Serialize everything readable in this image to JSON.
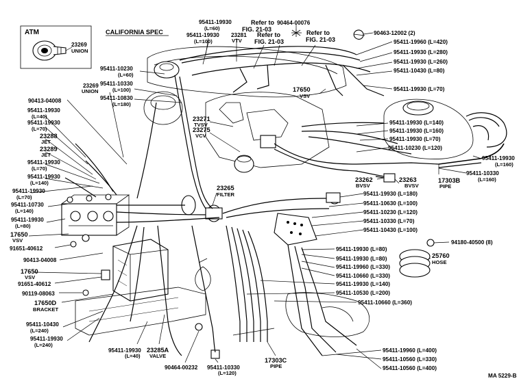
{
  "inset": {
    "title": "ATM",
    "part": "23269",
    "name": "UNION"
  },
  "spec_title": "CALIFORNIA SPEC",
  "labels": {
    "p95411_19930_l60": {
      "pn": "95411-19930",
      "sz": "(L=60)"
    },
    "p23281_vtv": {
      "pn": "23281",
      "sz": "VTV"
    },
    "p95411_19930_l100_top": {
      "pn": "95411-19930",
      "sz": "(L=100)"
    },
    "ref_a": {
      "l1": "Refer to",
      "l2": "FIG. 21-03"
    },
    "ref_b": {
      "l1": "Refer to",
      "l2": "FIG. 21-03"
    },
    "ref_c": {
      "l1": "Refer to",
      "l2": "FIG. 21-03"
    },
    "p90464_00076": {
      "pn": "90464-00076"
    },
    "p90463_12002": {
      "pn": "90463-12002 (2)"
    },
    "p95411_19960_l420": {
      "pn": "95411-19960 (L=420)"
    },
    "p95411_19930_l280": {
      "pn": "95411-19930 (L=280)"
    },
    "p95411_19930_l260": {
      "pn": "95411-19930 (L=260)"
    },
    "p95411_10430_l80": {
      "pn": "95411-10430 (L=80)"
    },
    "p95411_19930_l70_r": {
      "pn": "95411-19930 (L=70)"
    },
    "p95411_10230_l60": {
      "pn": "95411-10230",
      "sz": "(L=60)"
    },
    "p95411_10330_l100": {
      "pn": "95411-10330",
      "sz": "(L=100)"
    },
    "p95411_10830_l180": {
      "pn": "95411-10830",
      "sz": "(L=180)"
    },
    "p23269_union": {
      "pn": "23269",
      "sz": "UNION"
    },
    "p17650_vsv_top": {
      "pn": "17650",
      "sz": "VSV"
    },
    "p90413_04008": {
      "pn": "90413-04008"
    },
    "p95411_19930_l40": {
      "pn": "95411-19930",
      "sz": "(L=40)"
    },
    "p95411_19930_l70_a": {
      "pn": "95411-19930",
      "sz": "(L=70)"
    },
    "p23288_jet": {
      "pn": "23288",
      "sz": "JET"
    },
    "p23289_jet": {
      "pn": "23289",
      "sz": "JET"
    },
    "p95411_19930_l70_b": {
      "pn": "95411-19930",
      "sz": "(L=70)"
    },
    "p95411_19930_l140_l": {
      "pn": "95411-19930",
      "sz": "(L=140)"
    },
    "p95411_19930_l70_c": {
      "pn": "95411-19930",
      "sz": "(L=70)"
    },
    "p95411_10730_l140": {
      "pn": "95411-10730",
      "sz": "(L=140)"
    },
    "p95411_19930_l80_l": {
      "pn": "95411-19930",
      "sz": "(L=80)"
    },
    "p17650_vsv_l": {
      "pn": "17650",
      "sz": "VSV"
    },
    "p91651_40612_a": {
      "pn": "91651-40612"
    },
    "p90413_04008_b": {
      "pn": "90413-04008"
    },
    "p17650_vsv_l2": {
      "pn": "17650",
      "sz": "VSV"
    },
    "p91651_40612_b": {
      "pn": "91651-40612"
    },
    "p90119_08063": {
      "pn": "90119-08063"
    },
    "p17650d_bracket": {
      "pn": "17650D",
      "sz": "BRACKET"
    },
    "p95411_10430_l240": {
      "pn": "95411-10430",
      "sz": "(L=240)"
    },
    "p95411_19930_l240": {
      "pn": "95411-19930",
      "sz": "(L=240)"
    },
    "p23271_tvsv": {
      "pn": "23271",
      "sz": "TVSV"
    },
    "p23275_vcv": {
      "pn": "23275",
      "sz": "VCV"
    },
    "p23265_filter": {
      "pn": "23265",
      "sz": "FILTER"
    },
    "p95411_19930_l140_r": {
      "pn": "95411-19930 (L=140)"
    },
    "p95411_19930_l160_r": {
      "pn": "95411-19930 (L=160)"
    },
    "p95411_19930_l70_r2": {
      "pn": "95411-19930 (L=70)"
    },
    "p95411_10230_l120": {
      "pn": "95411-10230 (L=120)"
    },
    "p95411_19930_l160_far": {
      "pn": "95411-19930",
      "sz": "(L=160)"
    },
    "p95411_10330_l160": {
      "pn": "95411-10330",
      "sz": "(L=160)"
    },
    "p17303b_pipe": {
      "pn": "17303B",
      "sz": "PIPE"
    },
    "p23262_bvsv": {
      "pn": "23262",
      "sz": "BVSV"
    },
    "p23263_bvsv": {
      "pn": "23263",
      "sz": "BVSV"
    },
    "p95411_19930_l180": {
      "pn": "95411-19930 (L=180)"
    },
    "p95411_10630_l100": {
      "pn": "95411-10630 (L=100)"
    },
    "p95411_10230_l120_b": {
      "pn": "95411-10230 (L=120)"
    },
    "p95411_10330_l70": {
      "pn": "95411-10330 (L=70)"
    },
    "p95411_10430_l100": {
      "pn": "95411-10430 (L=100)"
    },
    "p95411_19930_l80_r": {
      "pn": "95411-19930 (L=80)"
    },
    "p95411_19930_l80_r2": {
      "pn": "95411-19930 (L=80)"
    },
    "p95411_19960_l330": {
      "pn": "95411-19960 (L=330)"
    },
    "p95411_10660_l330": {
      "pn": "95411-10660 (L=330)"
    },
    "p95411_19930_l140_b": {
      "pn": "95411-19930 (L=140)"
    },
    "p95411_10530_l200": {
      "pn": "95411-10530 (L=200)"
    },
    "p95411_10660_l360": {
      "pn": "95411-10660 (L=360)"
    },
    "p94180_40500": {
      "pn": "94180-40500 (8)"
    },
    "p25760_hose": {
      "pn": "25760",
      "sz": "HOSE"
    },
    "p95411_19930_l40_b": {
      "pn": "95411-19930",
      "sz": "(L=40)"
    },
    "p23285a_valve": {
      "pn": "23285A",
      "sz": "VALVE"
    },
    "p90464_00232": {
      "pn": "90464-00232"
    },
    "p95411_10330_l120": {
      "pn": "95411-10330",
      "sz": "(L=120)"
    },
    "p17303c_pipe": {
      "pn": "17303C",
      "sz": "PIPE"
    },
    "p95411_19960_l400": {
      "pn": "95411-19960 (L=400)"
    },
    "p95411_10560_l330": {
      "pn": "95411-10560 (L=330)"
    },
    "p95411_10560_l400": {
      "pn": "95411-10560 (L=400)"
    }
  },
  "figure_code": "MA  5229-B"
}
